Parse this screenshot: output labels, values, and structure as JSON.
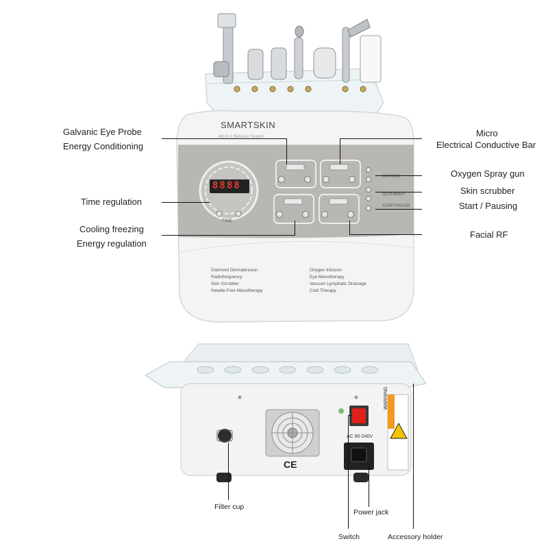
{
  "device": {
    "brand": "SMARTSKIN",
    "subtitle": "Alto 8-1 Skincare System",
    "timer_display": "8888",
    "time_label": "TIME",
    "functions_left": [
      "Diamond Dermabrasion",
      "Radiofrequency",
      "Skin Scrubber",
      "Needle-Free Mesotherapy"
    ],
    "functions_right": [
      "Oxygen Infusion",
      "Eye Mesotherapy",
      "Vacuum Lymphatic Drainage",
      "Cold Therapy"
    ],
    "button_labels": [
      "OXYGEN",
      "SCRUBBER",
      "START/PAUSE"
    ]
  },
  "callouts": {
    "galvanic_line1": "Galvanic Eye Probe",
    "galvanic_line2": "Energy Conditioning",
    "time_regulation": "Time regulation",
    "cooling_line1": "Cooling freezing",
    "cooling_line2": "Energy regulation",
    "micro_line1": "Micro",
    "micro_line2": "Electrical Conductive Bar",
    "oxygen_spray": "Oxygen Spray gun",
    "skin_scrubber": "Skin scrubber",
    "start_pausing": "Start / Pausing",
    "facial_rf": "Facial RF"
  },
  "back_panel": {
    "voltage": "AC 90-240V",
    "ce_mark": "CE",
    "warning": "WARNING",
    "filter_cup": "Filter cup",
    "power_jack": "Power jack",
    "switch": "Switch",
    "accessory_holder": "Accessory holder"
  },
  "colors": {
    "panel_gray": "#b9b7b3",
    "body_white": "#f4f4f4",
    "switch_red": "#e0211b",
    "warning_orange": "#f29a1f"
  }
}
